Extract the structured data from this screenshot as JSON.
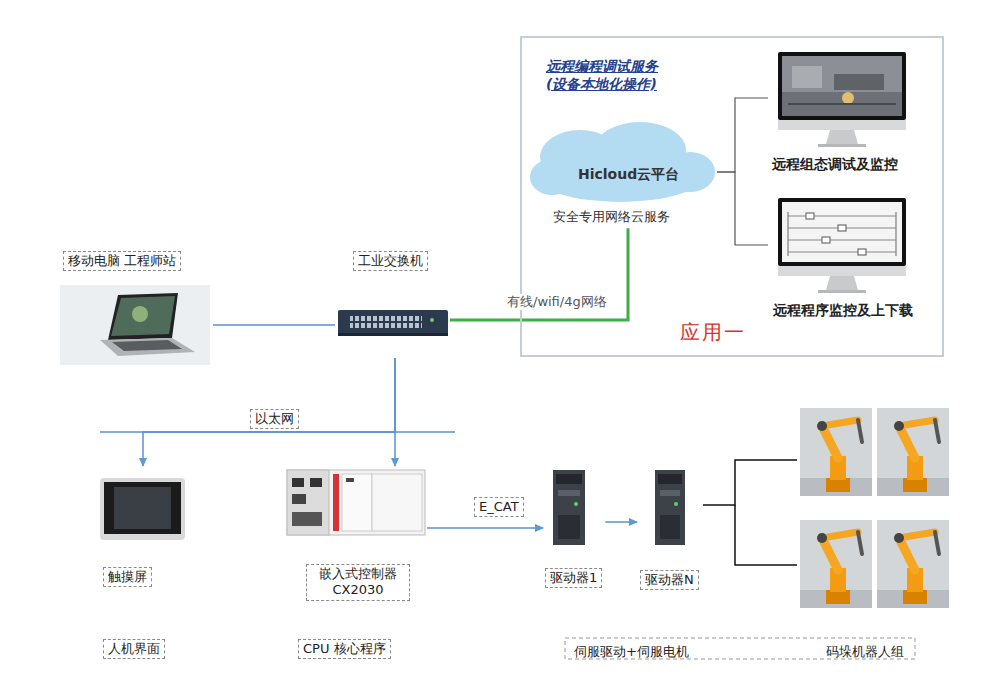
{
  "diagram": {
    "nodes": [
      {
        "text": [
          "远程编程调试服务 (设备本地化操作)",
          "应用一"
        ]
      },
      {
        "text": [
          "Hicloud云平台",
          "安全专用网络云服务"
        ],
        "in": 0
      },
      {
        "text": [
          "远程组态调试及监控"
        ],
        "in": 0
      },
      {
        "text": [
          "远程程序监控及上下载"
        ],
        "in": 0
      },
      {
        "text": [
          "移动电脑 工程师站"
        ]
      },
      {
        "text": [
          "工业交换机"
        ]
      },
      {
        "text": [
          "触摸屏",
          "人机界面"
        ]
      },
      {
        "text": [
          "嵌入式控制器 CX2030",
          "CPU 核心程序"
        ]
      },
      {
        "text": [
          "驱动器1"
        ]
      },
      {
        "text": [
          "驱动器N"
        ]
      },
      {
        "text": [
          "码垛机器人组"
        ]
      }
    ],
    "edges": [
      {
        "from": 1,
        "to": 5,
        "arrow": "none",
        "label": "有线/wifi/4g网络"
      },
      {
        "from": 1,
        "to": 2,
        "arrow": "none"
      },
      {
        "from": 1,
        "to": 3,
        "arrow": "none"
      },
      {
        "from": 4,
        "to": 5,
        "arrow": "none"
      },
      {
        "from": 5,
        "to": 7,
        "arrow": "to"
      },
      {
        "from": 5,
        "to": 6,
        "arrow": "to"
      },
      {
        "from": 7,
        "to": 8,
        "arrow": "to",
        "label": "E_CAT"
      },
      {
        "from": 8,
        "to": 9,
        "arrow": "to"
      },
      {
        "from": 9,
        "to": 10,
        "arrow": "none"
      }
    ],
    "labels": [
      "以太网",
      "伺服驱动+伺服电机"
    ]
  }
}
